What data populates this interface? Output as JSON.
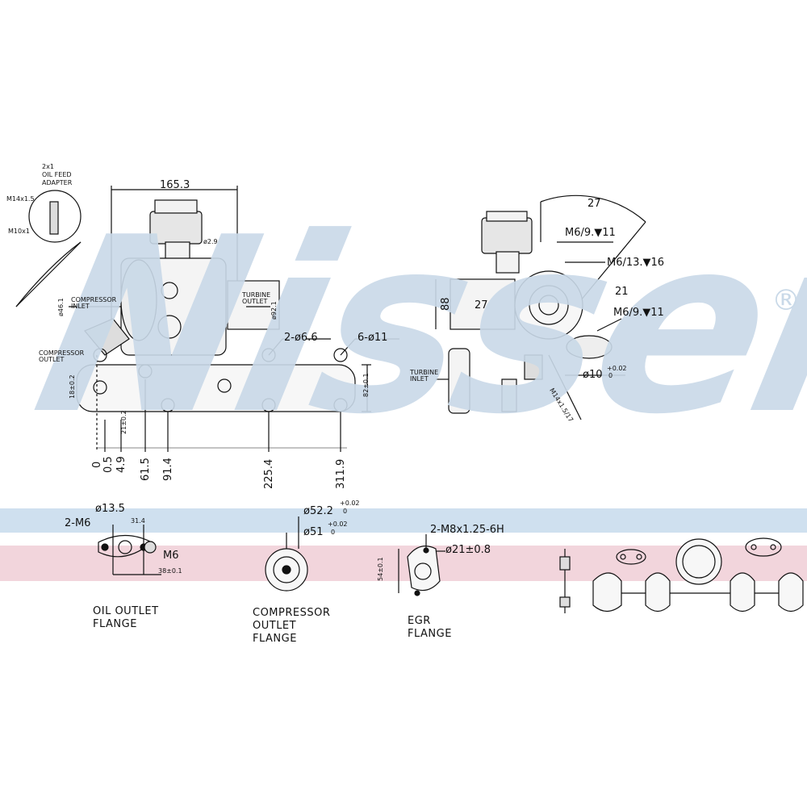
{
  "watermark": {
    "text": "Nissens",
    "registered": "®",
    "color": "#c9d9e8"
  },
  "bands": {
    "blue": "#cfe0ef",
    "pink": "#f2d5dc"
  },
  "main_view": {
    "oil_feed_adapter": [
      "2x1",
      "OIL FEED",
      "ADAPTER"
    ],
    "thread_top": "M14x1.5",
    "thread_bottom": "M10x1",
    "width_dim": "165.3",
    "d_small": "ø2.9",
    "compressor_inlet": [
      "COMPRESSOR",
      "INLET"
    ],
    "d_inlet": "ø46.1",
    "turbine_outlet": [
      "TURBINE",
      "OUTLET"
    ],
    "d_outlet": "ø92.1",
    "compressor_outlet": [
      "COMPRESSOR",
      "OUTLET"
    ],
    "bolt_holes_a": "2-ø6.6",
    "bolt_holes_b": "6-ø11",
    "flange_height": "82±0.1",
    "h_left": "18±0.2",
    "h_mid": "21±0.2",
    "x_positions": [
      "0",
      "0.5",
      "4.9",
      "61.5",
      "91.4",
      "225.4",
      "311.9"
    ]
  },
  "side_view": {
    "angle_top": "27",
    "thread_1": "M6/9.▼11",
    "thread_2": "M6/13.▼16",
    "angle_mid": "21",
    "angle_left": "27",
    "thread_3": "M6/9.▼11",
    "height_dim": "88",
    "turbine_inlet": [
      "TURBINE",
      "INLET"
    ],
    "pin_dim": "ø10",
    "pin_tol": "+0.02",
    "pin_tol_low": "0",
    "oblique_dim": "M14x1.5/17"
  },
  "oil_outlet_flange": {
    "d_hole": "ø13.5",
    "threads": "2-M6",
    "spacing": "31.4",
    "stud": "M6",
    "width": "38±0.1",
    "caption": [
      "OIL OUTLET",
      "FLANGE"
    ]
  },
  "compressor_outlet_flange": {
    "d_outer": "ø52.2",
    "d_outer_tol": "+0.02",
    "d_outer_tol_low": "0",
    "d_inner": "ø51",
    "d_inner_tol": "+0.02",
    "d_inner_tol_low": "0",
    "caption": [
      "COMPRESSOR",
      "OUTLET",
      "FLANGE"
    ]
  },
  "egr_flange": {
    "threads": "2-M8x1.25-6H",
    "d_hole": "ø21±0.8",
    "height": "54±0.1",
    "caption": [
      "EGR",
      "FLANGE"
    ]
  }
}
